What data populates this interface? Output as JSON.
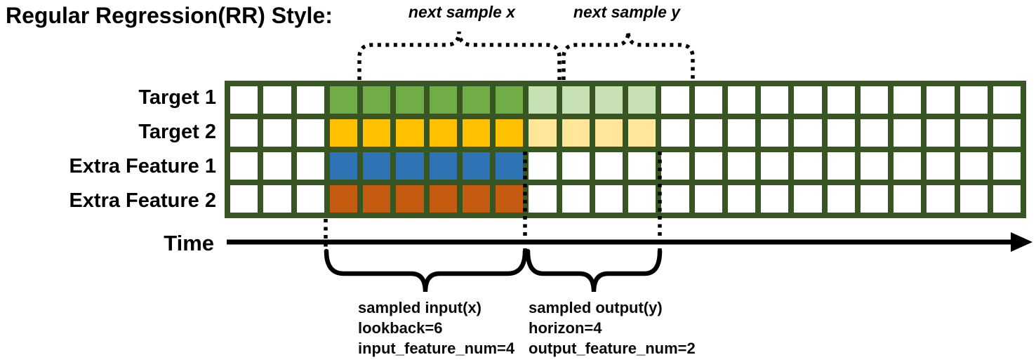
{
  "title": "Regular Regression(RR) Style:",
  "colors": {
    "grid_border": "#375623",
    "empty_cell": "#FFFFFF",
    "target1_input": "#70AD47",
    "target1_output": "#C6E0B4",
    "target2_input": "#FFC000",
    "target2_output": "#FFE699",
    "extra1_input": "#2E74B5",
    "extra2_input": "#C55A11",
    "annotation": "#000000"
  },
  "grid": {
    "columns": 24,
    "rows": [
      {
        "label": "Target 1",
        "segments": [
          {
            "count": 3,
            "color": "#FFFFFF"
          },
          {
            "count": 6,
            "color": "#70AD47"
          },
          {
            "count": 4,
            "color": "#C6E0B4"
          },
          {
            "count": 11,
            "color": "#FFFFFF"
          }
        ]
      },
      {
        "label": "Target 2",
        "segments": [
          {
            "count": 3,
            "color": "#FFFFFF"
          },
          {
            "count": 6,
            "color": "#FFC000"
          },
          {
            "count": 4,
            "color": "#FFE699"
          },
          {
            "count": 11,
            "color": "#FFFFFF"
          }
        ]
      },
      {
        "label": "Extra Feature 1",
        "segments": [
          {
            "count": 3,
            "color": "#FFFFFF"
          },
          {
            "count": 6,
            "color": "#2E74B5"
          },
          {
            "count": 15,
            "color": "#FFFFFF"
          }
        ]
      },
      {
        "label": "Extra Feature 2",
        "segments": [
          {
            "count": 3,
            "color": "#FFFFFF"
          },
          {
            "count": 6,
            "color": "#C55A11"
          },
          {
            "count": 15,
            "color": "#FFFFFF"
          }
        ]
      }
    ],
    "params": {
      "lookback": 6,
      "horizon": 4,
      "input_feature_num": 4,
      "output_feature_num": 2
    }
  },
  "annotations": {
    "next_sample_x": "next sample x",
    "next_sample_y": "next sample y",
    "time_label": "Time",
    "sampled_input": {
      "line1": "sampled input(x)",
      "line2": "lookback=6",
      "line3": "input_feature_num=4"
    },
    "sampled_output": {
      "line1": "sampled output(y)",
      "line2": "horizon=4",
      "line3": "output_feature_num=2"
    }
  }
}
